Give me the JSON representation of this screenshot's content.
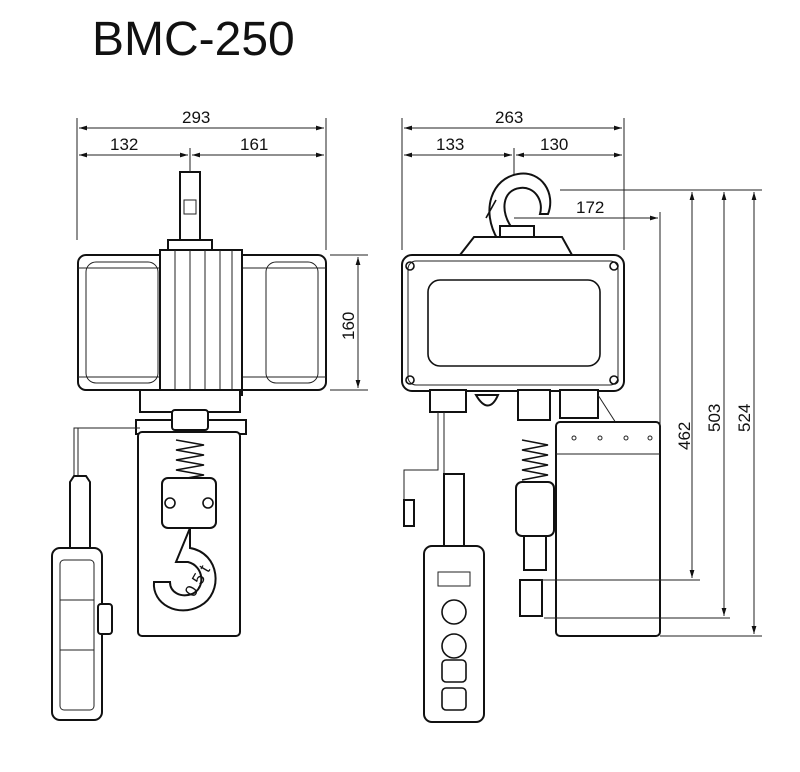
{
  "title": "BMC-250",
  "dimensions": {
    "front_total_width": "293",
    "front_left_width": "132",
    "front_right_width": "161",
    "body_height": "160",
    "side_total_width": "263",
    "side_left_width": "133",
    "side_right_width": "130",
    "hook_offset": "172",
    "height_462": "462",
    "height_503": "503",
    "height_524": "524"
  },
  "hook_capacity_label": "0.5 t",
  "icons": [
    "hoist-front-view",
    "hoist-side-view",
    "pendant-control",
    "load-hook",
    "top-hook"
  ]
}
